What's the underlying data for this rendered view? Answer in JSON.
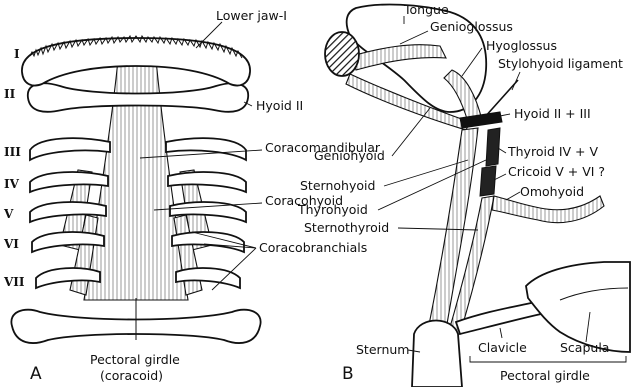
{
  "panel_a": {
    "letter": "A",
    "arch_numerals": [
      "I",
      "II",
      "III",
      "IV",
      "V",
      "VI",
      "VII"
    ],
    "labels": {
      "lower_jaw": "Lower jaw-I",
      "hyoid": "Hyoid II",
      "coracomandibular": "Coracomandibular",
      "coracohyoid": "Coracohyoid",
      "coracobranchials": "Coracobranchials",
      "pectoral_girdle": "Pectoral girdle",
      "coracoid": "(coracoid)"
    }
  },
  "panel_b": {
    "letter": "B",
    "labels": {
      "tongue": "Tongue",
      "genioglossus": "Genioglossus",
      "hyoglossus": "Hyoglossus",
      "stylohyoid_ligament": "Stylohyoid ligament",
      "hyoid": "Hyoid II + III",
      "geniohyoid": "Geniohyoid",
      "thyroid": "Thyroid IV + V",
      "cricoid": "Cricoid V + VI ?",
      "sternohyoid": "Sternohyoid",
      "omohyoid": "Omohyoid",
      "thyrohyoid": "Thyrohyoid",
      "sternothyroid": "Sternothyroid",
      "sternum": "Sternum",
      "clavicle": "Clavicle",
      "scapula": "Scapula",
      "pectoral_girdle": "Pectoral girdle"
    }
  }
}
